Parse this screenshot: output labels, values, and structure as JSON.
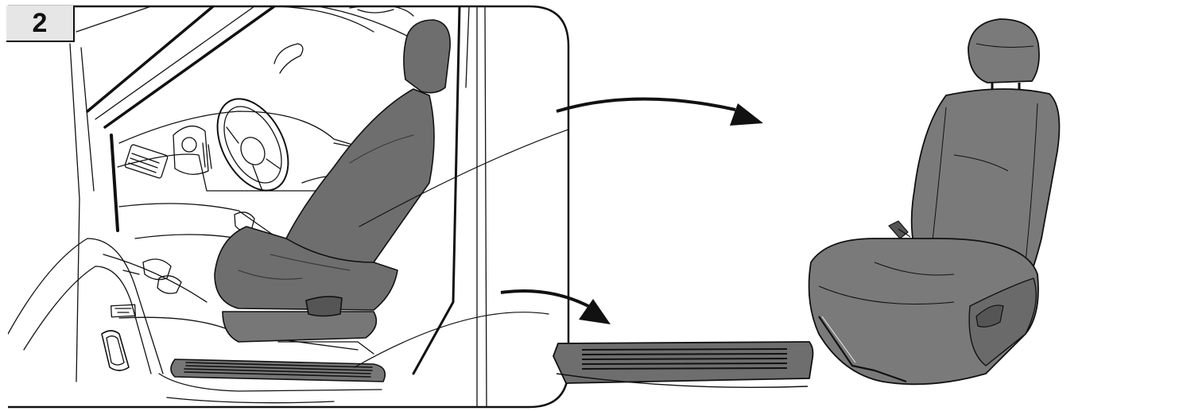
{
  "step": {
    "number": "2"
  },
  "figure": {
    "panel": "car-interior-detail",
    "removed_parts": [
      "front-seat",
      "sill-plate"
    ]
  },
  "colors": {
    "outline": "#111111",
    "part_fill": "#6e6e6e",
    "part_fill_light": "#8a8a8a",
    "background": "#ffffff",
    "label_bg": "#e6e6e6"
  }
}
